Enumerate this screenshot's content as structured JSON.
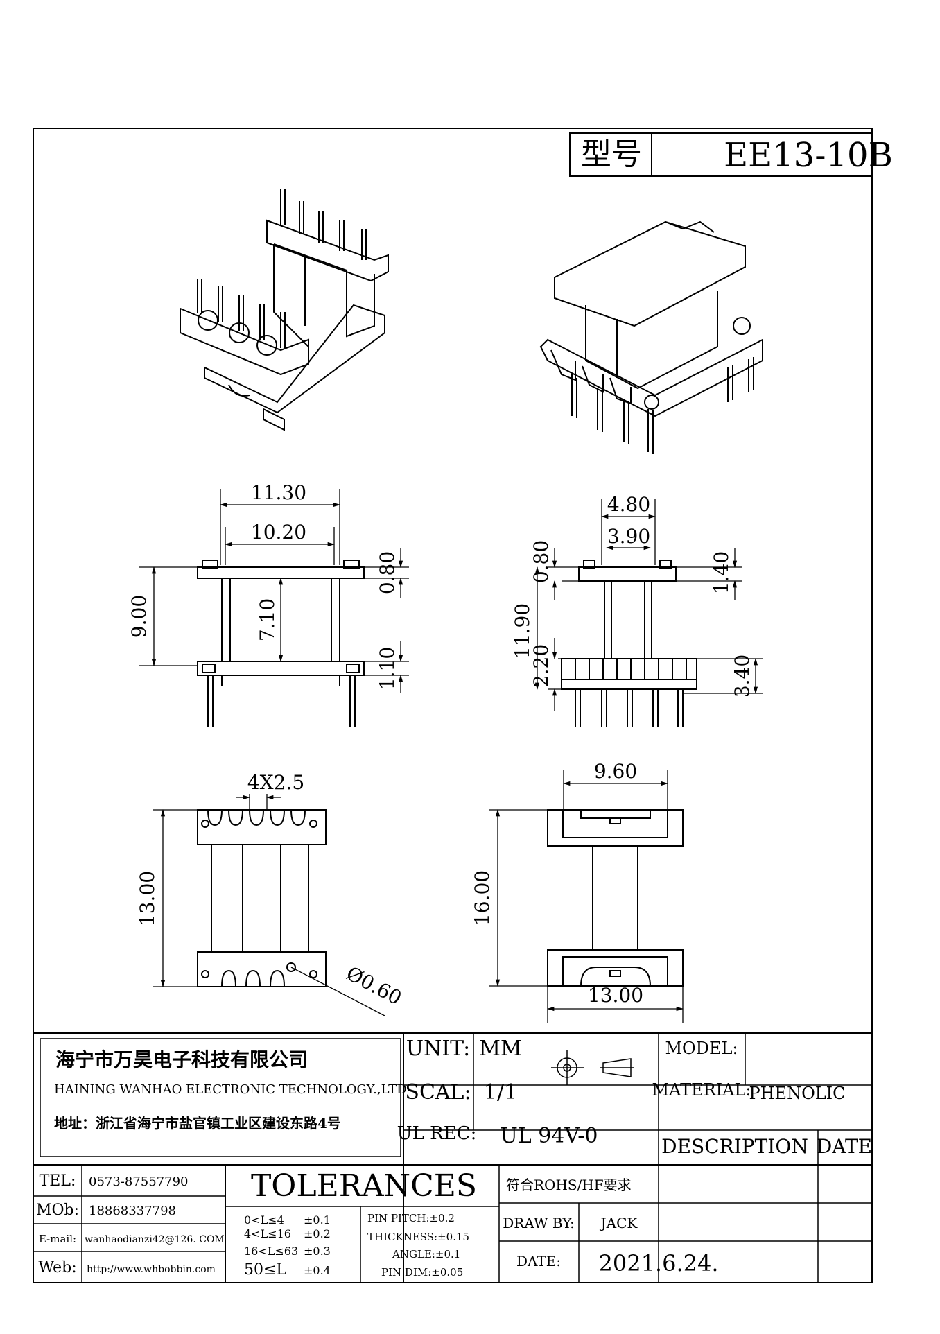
{
  "header": {
    "model_label": "型号",
    "model_value": "EE13-10B"
  },
  "dimensions": {
    "front_width_outer": "11.30",
    "front_width_inner": "10.20",
    "front_height": "9.00",
    "front_inner_height": "7.10",
    "front_top_flange": "0.80",
    "front_bottom_flange": "1.10",
    "side_width_outer": "4.80",
    "side_width_inner": "3.90",
    "side_top_thickness": "0.80",
    "side_top_flange": "1.40",
    "side_height": "11.90",
    "side_base_height": "2.20",
    "side_pin_height": "3.40",
    "bottom_pitch": "4X2.5",
    "bottom_height": "13.00",
    "bottom_pin_dia": "Ø0.60",
    "top_width": "9.60",
    "top_height": "16.00",
    "top_base_width": "13.00"
  },
  "company": {
    "name_cn": "海宁市万昊电子科技有限公司",
    "name_en": "HAINING WANHAO ELECTRONIC TECHNOLOGY.,LTD",
    "address": "地址：浙江省海宁市盐官镇工业区建设东路4号"
  },
  "titleblock": {
    "unit_label": "UNIT:",
    "unit_value": "MM",
    "scale_label": "SCAL:",
    "scale_value": "1/1",
    "ul_label": "UL REC:",
    "ul_value": "UL 94V-0",
    "model_label": "MODEL:",
    "model_value": "",
    "material_label": "MATERIAL:",
    "material_value": "PHENOLIC",
    "description_label": "DESCRIPTION",
    "date_label": "DATE",
    "tolerances_title": "TOLERANCES",
    "rohs": "符合ROHS/HF要求",
    "draw_by_label": "DRAW BY:",
    "draw_by_value": "JACK",
    "date_field_label": "DATE:",
    "date_value": "2021.6.24."
  },
  "contact": {
    "tel_label": "TEL:",
    "tel_value": "0573-87557790",
    "mob_label": "MOb:",
    "mob_value": "18868337798",
    "email_label": "E-mail:",
    "email_value": "wanhaodianzi42@126. COM",
    "web_label": "Web:",
    "web_value": "http://www.whbobbin.com"
  },
  "tolerances": {
    "ranges": [
      {
        "range": "0<L≤4",
        "tol": "±0.1"
      },
      {
        "range": "4<L≤16",
        "tol": "±0.2"
      },
      {
        "range": "16<L≤63",
        "tol": "±0.3"
      },
      {
        "range": "50≤L",
        "tol": "±0.4"
      }
    ],
    "specs": [
      "PIN PITCH:±0.2",
      "THICKNESS:±0.15",
      "ANGLE:±0.1",
      "PIN DIM:±0.05"
    ]
  }
}
